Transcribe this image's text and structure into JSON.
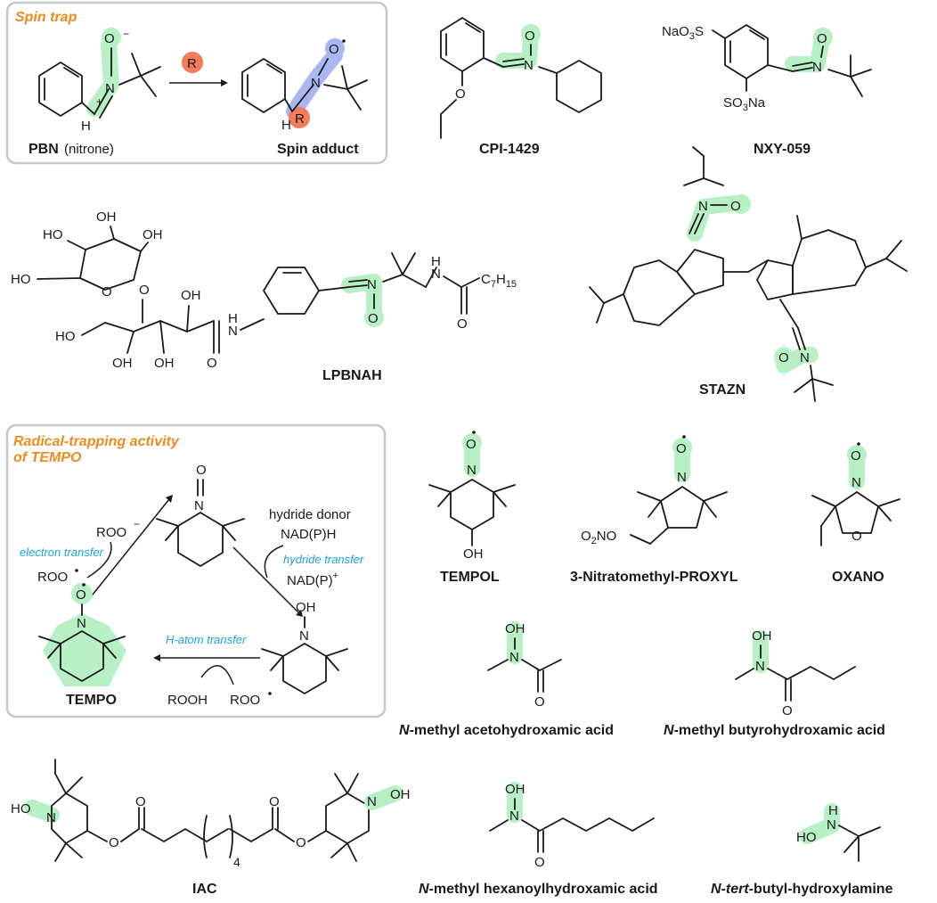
{
  "colors": {
    "highlight_green": "#b6f0c4",
    "highlight_blue": "#a9b6f2",
    "radical_orange": "#f47c5a",
    "title_orange": "#f08a1e",
    "note_blue": "#1aa3e0"
  },
  "spin_trap_box": {
    "title": "Spin trap",
    "reagent": "R",
    "pbn_label": "PBN",
    "pbn_sublabel": "(nitrone)",
    "adduct_label": "Spin adduct"
  },
  "compounds": {
    "cpi": "CPI-1429",
    "nxy": "NXY-059",
    "lpbnah": "LPBNAH",
    "stazn": "STAZN",
    "tempol": "TEMPOL",
    "proxyl": "3-Nitratomethyl-PROXYL",
    "oxano": "OXANO",
    "aceto_prefix": "N",
    "aceto": "-methyl acetohydroxamic acid",
    "butyro_prefix": "N",
    "butyro": "-methyl butyrohydroxamic acid",
    "iac": "IAC",
    "hexanoyl_prefix": "N",
    "hexanoyl": "-methyl hexanoylhydroxamic acid",
    "tbha_prefix": "N-tert",
    "tbha": "-butyl-hydroxylamine"
  },
  "tempo_box": {
    "title_line1": "Radical-trapping activity",
    "title_line2": "of TEMPO",
    "roo_minus": "ROO",
    "electron_transfer": "electron transfer",
    "roo_radical_1": "ROO",
    "hydride_donor": "hydride donor",
    "nadph": "NAD(P)H",
    "hydride_transfer": "hydride transfer",
    "nadp_plus": "NAD(P)",
    "h_atom_transfer": "H-atom transfer",
    "tempo_label": "TEMPO",
    "rooh": "ROOH",
    "roo_radical_2": "ROO"
  },
  "atoms": {
    "O": "O",
    "N": "N",
    "H": "H",
    "R": "R",
    "OH": "OH",
    "HO": "HO",
    "NaO3S": "NaO3S",
    "SO3Na": "SO3Na",
    "C7H15": "C7H15",
    "O2NO": "O2NO",
    "HN": "H",
    "subscript_4": "4"
  }
}
